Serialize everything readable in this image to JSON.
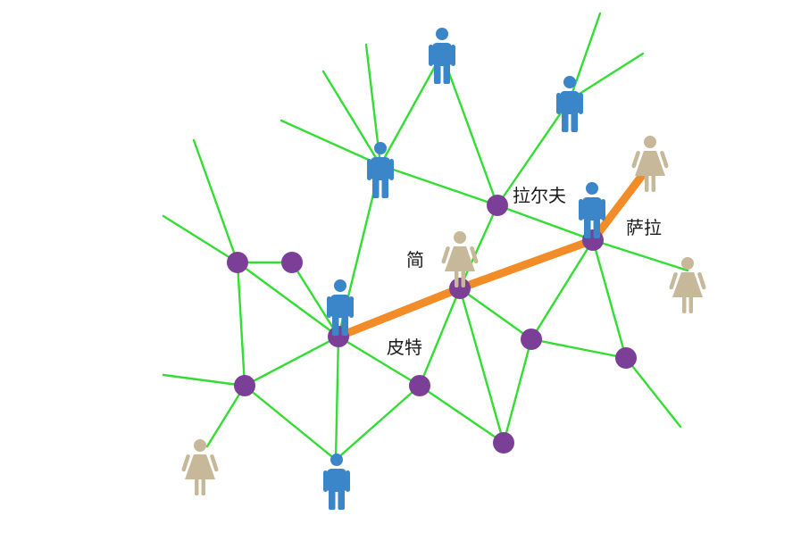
{
  "colors": {
    "edge": "#33dd33",
    "path": "#f28c28",
    "node": "#7b3f98",
    "male": "#3a86c8",
    "female": "#c8b89a",
    "label": "#1a1a1a"
  },
  "labels": {
    "ralph": "拉尔夫",
    "jane": "简",
    "sarah": "萨拉",
    "pete": "皮特"
  },
  "icons": {
    "male": "male-person-icon",
    "female": "female-person-icon"
  }
}
